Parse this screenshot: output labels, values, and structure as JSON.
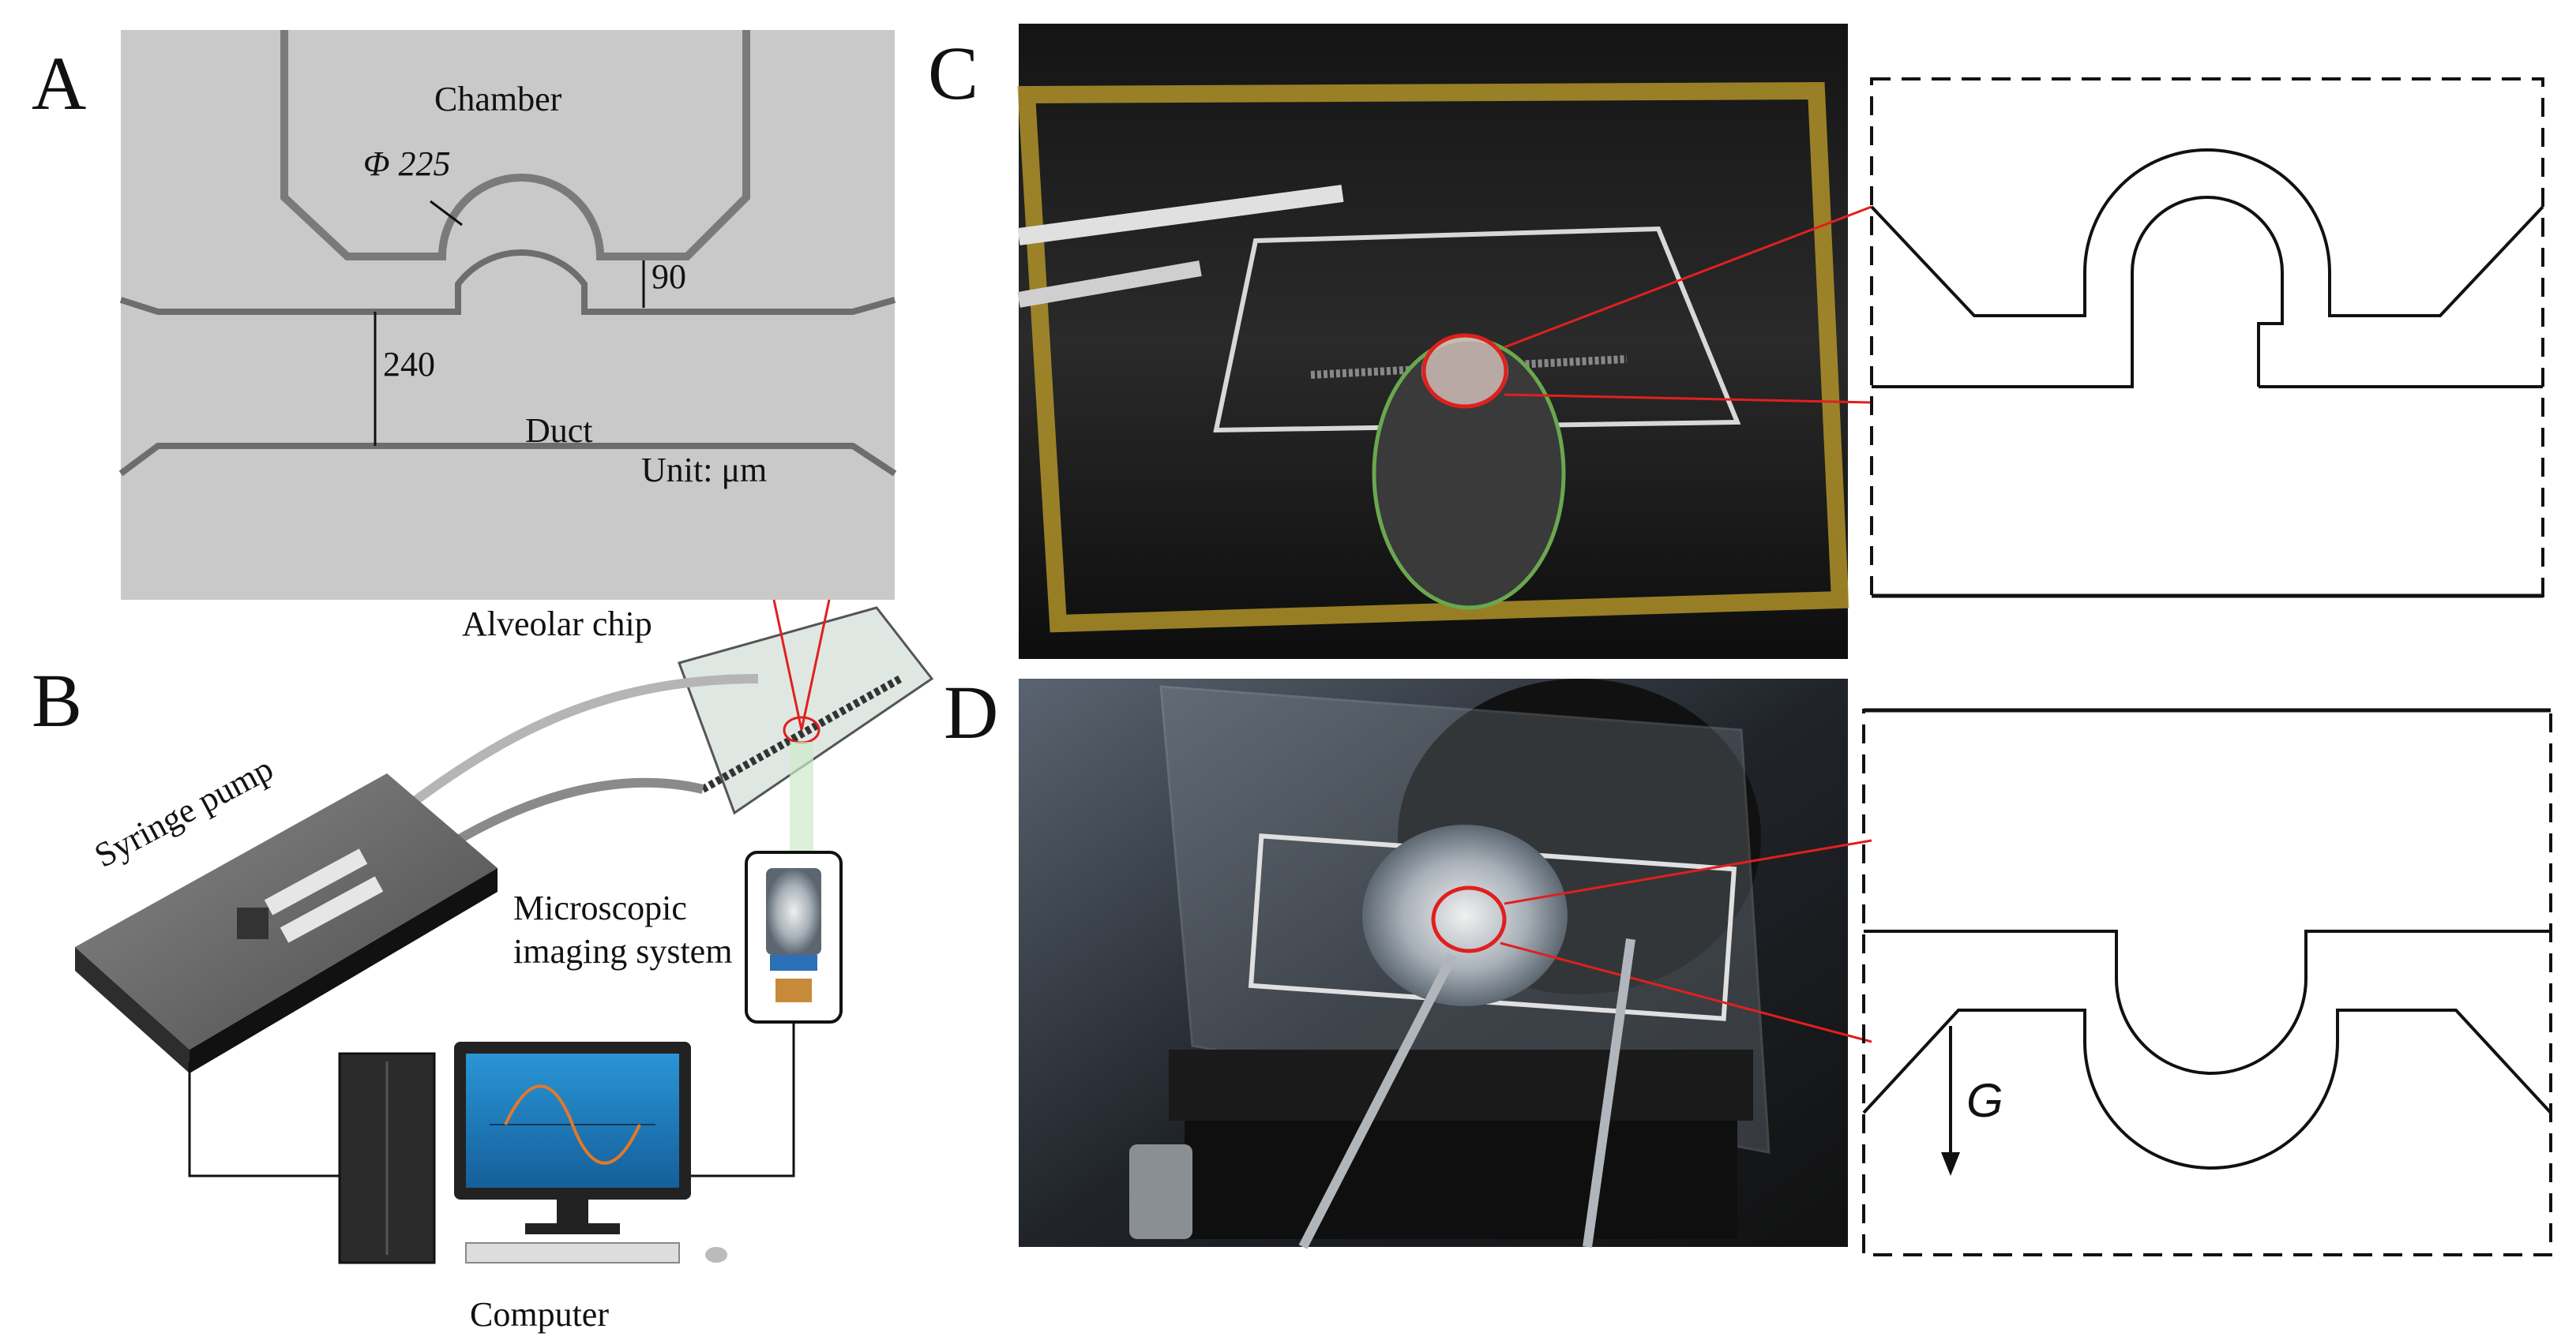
{
  "panels": {
    "a": {
      "letter": "A"
    },
    "b": {
      "letter": "B"
    },
    "c": {
      "letter": "C"
    },
    "d": {
      "letter": "D"
    }
  },
  "micrograph": {
    "chamber_label": "Chamber",
    "diameter_label": "Φ 225",
    "neck_label": "90",
    "duct_width_label": "240",
    "duct_label": "Duct",
    "unit_label": "Unit: μm"
  },
  "setup": {
    "chip_label": "Alveolar chip",
    "pump_label": "Syringe pump",
    "microscope_label_line1": "Microscopic",
    "microscope_label_line2": "imaging system",
    "computer_label": "Computer"
  },
  "schematic_d": {
    "gravity_label": "G"
  },
  "colors": {
    "micrograph_bg": "#c9c9c9",
    "tape_yellow": "#b99a2a",
    "monitor_blue": "#1f7fc4",
    "wave_orange": "#e07a2a",
    "highlight_red": "#e0201e"
  }
}
